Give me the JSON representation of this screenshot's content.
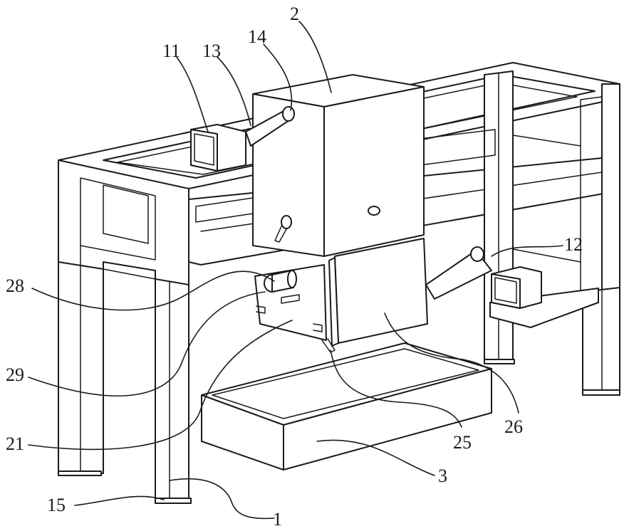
{
  "labels": {
    "l1": "1",
    "l2": "2",
    "l3": "3",
    "l11": "11",
    "l12": "12",
    "l13": "13",
    "l14": "14",
    "l15": "15",
    "l21": "21",
    "l25": "25",
    "l26": "26",
    "l28": "28",
    "l29": "29"
  }
}
